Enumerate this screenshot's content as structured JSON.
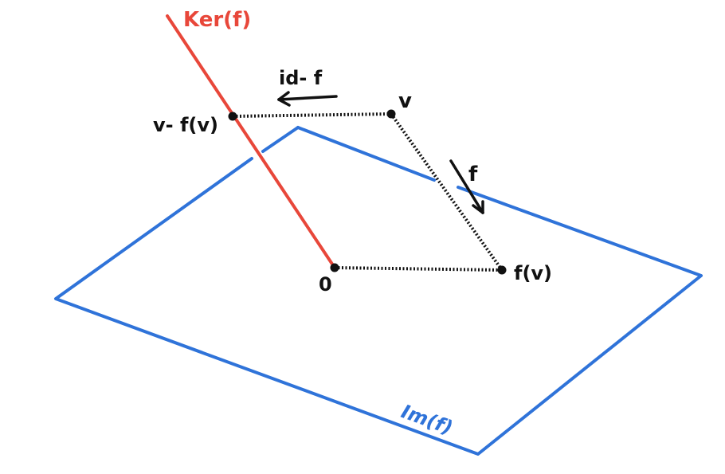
{
  "labels": {
    "kernel": "Ker(f)",
    "image": "Im(f)",
    "projection": "id- f",
    "map": "f",
    "vector": "v",
    "image_of_vector": "f(v)",
    "kernel_component": "v- f(v)",
    "origin": "0"
  },
  "colors": {
    "kernel_line": "#e8473a",
    "image_plane": "#2f73d9",
    "ink": "#111111"
  }
}
